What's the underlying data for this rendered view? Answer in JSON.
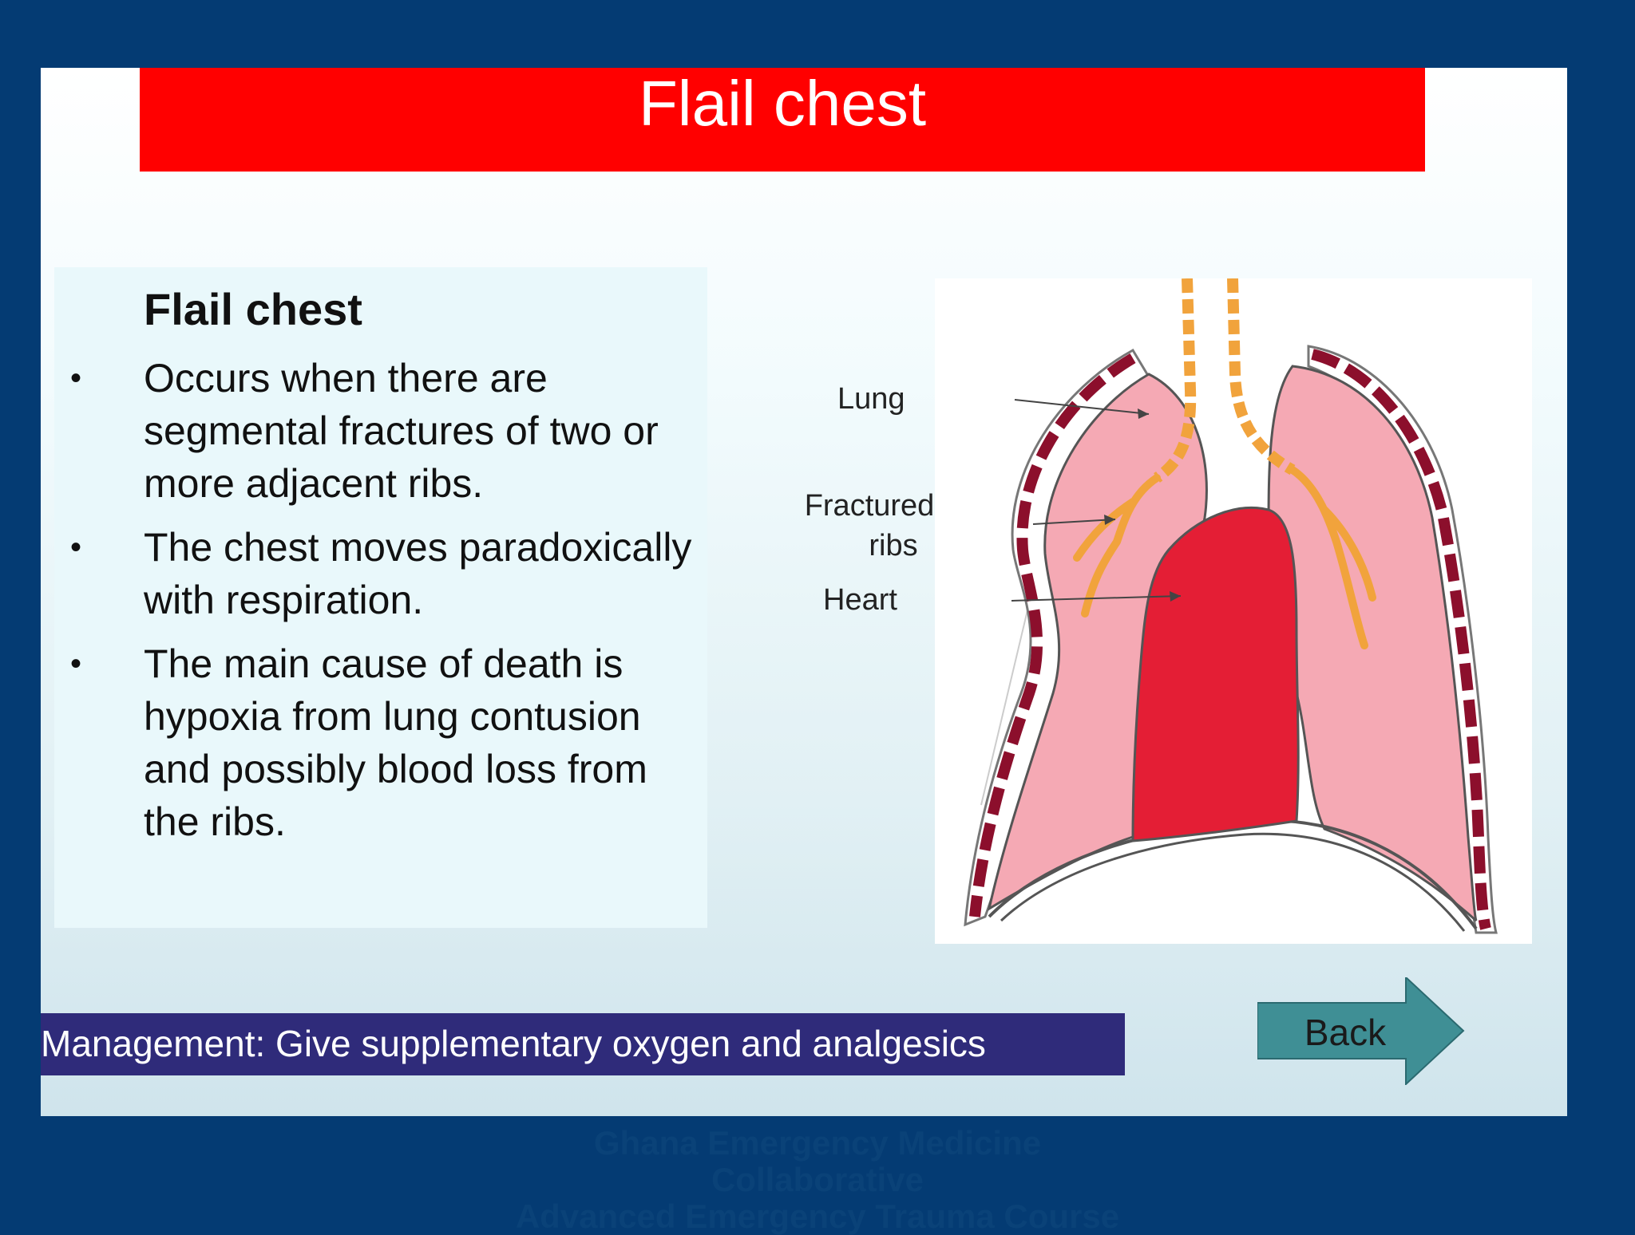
{
  "slide": {
    "title": "Flail chest",
    "heading": "Flail chest",
    "bullets": [
      "Occurs when there are segmental fractures of two or more adjacent ribs.",
      "The chest moves paradoxically with respiration.",
      "The main cause of death is hypoxia from lung contusion and possibly blood loss from the ribs."
    ],
    "bullet_symbol": "•",
    "diagram": {
      "labels": {
        "lung": "Lung",
        "fractured_ribs_line1": "Fractured",
        "fractured_ribs_line2": "ribs",
        "heart": "Heart"
      },
      "colors": {
        "lung": "#f5a9b4",
        "heart": "#e41e35",
        "rib": "#8c0f2c",
        "airway": "#f1a33c"
      }
    },
    "management": "Management: Give supplementary oxygen and analgesics",
    "back_label": "Back",
    "colors": {
      "background": "#043b73",
      "title_bar": "#ff0000",
      "management_bar": "#2f2b7a",
      "back_arrow": "#3f8f95"
    }
  },
  "footer": {
    "line1": "Ghana Emergency Medicine",
    "line2": "Collaborative",
    "line3": "Advanced Emergency Trauma Course"
  }
}
